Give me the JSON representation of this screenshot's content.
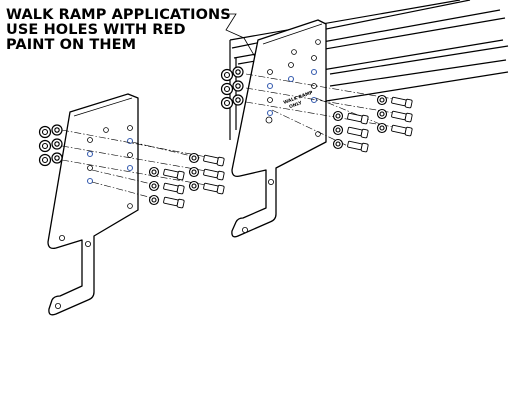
{
  "callout": {
    "line1": "WALK RAMP APPLICATIONS",
    "line2": "USE HOLES WITH RED",
    "line3": "PAINT ON THEM"
  },
  "plate_stamp": {
    "line1": "WALK RAMP",
    "line2": "ONLY"
  },
  "colors": {
    "line": "#000000",
    "background": "#ffffff",
    "red_paint_hole_marker": "#3a5fb0"
  }
}
